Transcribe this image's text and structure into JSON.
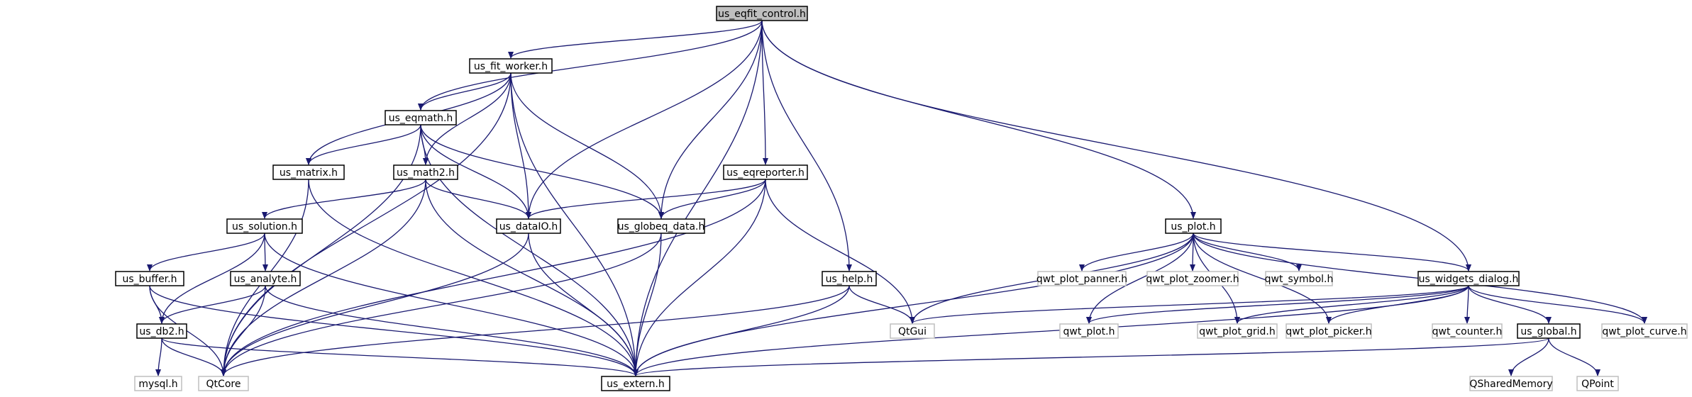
{
  "colors": {
    "edge": "#191970",
    "main_fill": "#bfbfbf",
    "local_border": "#000000",
    "external_border": "#bfbfbf"
  },
  "nodes": [
    {
      "id": "us_eqfit_control",
      "label": "us_eqfit_control.h",
      "kind": "main"
    },
    {
      "id": "us_fit_worker",
      "label": "us_fit_worker.h",
      "kind": "local"
    },
    {
      "id": "us_eqmath",
      "label": "us_eqmath.h",
      "kind": "local"
    },
    {
      "id": "us_matrix",
      "label": "us_matrix.h",
      "kind": "local"
    },
    {
      "id": "us_math2",
      "label": "us_math2.h",
      "kind": "local"
    },
    {
      "id": "us_eqreporter",
      "label": "us_eqreporter.h",
      "kind": "local"
    },
    {
      "id": "us_solution",
      "label": "us_solution.h",
      "kind": "local"
    },
    {
      "id": "us_dataIO",
      "label": "us_dataIO.h",
      "kind": "local"
    },
    {
      "id": "us_globeq_data",
      "label": "us_globeq_data.h",
      "kind": "local"
    },
    {
      "id": "us_plot",
      "label": "us_plot.h",
      "kind": "local"
    },
    {
      "id": "us_buffer",
      "label": "us_buffer.h",
      "kind": "local"
    },
    {
      "id": "us_analyte",
      "label": "us_analyte.h",
      "kind": "local"
    },
    {
      "id": "us_help",
      "label": "us_help.h",
      "kind": "local"
    },
    {
      "id": "us_widgets_dialog",
      "label": "us_widgets_dialog.h",
      "kind": "local"
    },
    {
      "id": "us_db2",
      "label": "us_db2.h",
      "kind": "local"
    },
    {
      "id": "us_global",
      "label": "us_global.h",
      "kind": "local"
    },
    {
      "id": "us_extern",
      "label": "us_extern.h",
      "kind": "local"
    },
    {
      "id": "mysql",
      "label": "mysql.h",
      "kind": "external"
    },
    {
      "id": "QtCore",
      "label": "QtCore",
      "kind": "external"
    },
    {
      "id": "QtGui",
      "label": "QtGui",
      "kind": "external"
    },
    {
      "id": "qwt_plot_panner",
      "label": "qwt_plot_panner.h",
      "kind": "external"
    },
    {
      "id": "qwt_plot_zoomer",
      "label": "qwt_plot_zoomer.h",
      "kind": "external"
    },
    {
      "id": "qwt_symbol",
      "label": "qwt_symbol.h",
      "kind": "external"
    },
    {
      "id": "qwt_plot",
      "label": "qwt_plot.h",
      "kind": "external"
    },
    {
      "id": "qwt_plot_grid",
      "label": "qwt_plot_grid.h",
      "kind": "external"
    },
    {
      "id": "qwt_plot_picker",
      "label": "qwt_plot_picker.h",
      "kind": "external"
    },
    {
      "id": "qwt_counter",
      "label": "qwt_counter.h",
      "kind": "external"
    },
    {
      "id": "qwt_plot_curve",
      "label": "qwt_plot_curve.h",
      "kind": "external"
    },
    {
      "id": "QSharedMemory",
      "label": "QSharedMemory",
      "kind": "external"
    },
    {
      "id": "QPoint",
      "label": "QPoint",
      "kind": "external"
    }
  ],
  "edges": [
    [
      "us_eqfit_control",
      "us_fit_worker"
    ],
    [
      "us_eqfit_control",
      "us_eqmath"
    ],
    [
      "us_eqfit_control",
      "us_dataIO"
    ],
    [
      "us_eqfit_control",
      "us_globeq_data"
    ],
    [
      "us_eqfit_control",
      "us_eqreporter"
    ],
    [
      "us_eqfit_control",
      "us_extern"
    ],
    [
      "us_eqfit_control",
      "us_help"
    ],
    [
      "us_eqfit_control",
      "us_plot"
    ],
    [
      "us_eqfit_control",
      "us_widgets_dialog"
    ],
    [
      "us_fit_worker",
      "QtCore"
    ],
    [
      "us_fit_worker",
      "us_eqmath"
    ],
    [
      "us_fit_worker",
      "us_matrix"
    ],
    [
      "us_fit_worker",
      "us_math2"
    ],
    [
      "us_fit_worker",
      "us_dataIO"
    ],
    [
      "us_fit_worker",
      "us_globeq_data"
    ],
    [
      "us_fit_worker",
      "us_extern"
    ],
    [
      "us_eqmath",
      "QtCore"
    ],
    [
      "us_eqmath",
      "us_matrix"
    ],
    [
      "us_eqmath",
      "us_math2"
    ],
    [
      "us_eqmath",
      "us_dataIO"
    ],
    [
      "us_eqmath",
      "us_globeq_data"
    ],
    [
      "us_eqmath",
      "us_extern"
    ],
    [
      "us_matrix",
      "QtCore"
    ],
    [
      "us_matrix",
      "us_extern"
    ],
    [
      "us_math2",
      "us_solution"
    ],
    [
      "us_math2",
      "us_dataIO"
    ],
    [
      "us_math2",
      "QtCore"
    ],
    [
      "us_math2",
      "us_extern"
    ],
    [
      "us_eqreporter",
      "us_dataIO"
    ],
    [
      "us_eqreporter",
      "us_globeq_data"
    ],
    [
      "us_eqreporter",
      "QtCore"
    ],
    [
      "us_eqreporter",
      "us_extern"
    ],
    [
      "us_eqreporter",
      "QtGui"
    ],
    [
      "us_solution",
      "us_buffer"
    ],
    [
      "us_solution",
      "us_analyte"
    ],
    [
      "us_solution",
      "us_db2"
    ],
    [
      "us_solution",
      "us_extern"
    ],
    [
      "us_dataIO",
      "QtCore"
    ],
    [
      "us_dataIO",
      "us_extern"
    ],
    [
      "us_globeq_data",
      "QtCore"
    ],
    [
      "us_globeq_data",
      "us_extern"
    ],
    [
      "us_buffer",
      "us_db2"
    ],
    [
      "us_buffer",
      "QtCore"
    ],
    [
      "us_buffer",
      "us_extern"
    ],
    [
      "us_analyte",
      "us_db2"
    ],
    [
      "us_analyte",
      "QtCore"
    ],
    [
      "us_analyte",
      "us_extern"
    ],
    [
      "us_db2",
      "mysql"
    ],
    [
      "us_db2",
      "QtCore"
    ],
    [
      "us_db2",
      "us_extern"
    ],
    [
      "us_help",
      "QtGui"
    ],
    [
      "us_help",
      "QtCore"
    ],
    [
      "us_help",
      "us_extern"
    ],
    [
      "us_plot",
      "QtGui"
    ],
    [
      "us_plot",
      "qwt_plot_panner"
    ],
    [
      "us_plot",
      "qwt_plot_zoomer"
    ],
    [
      "us_plot",
      "qwt_symbol"
    ],
    [
      "us_plot",
      "us_widgets_dialog"
    ],
    [
      "us_plot",
      "qwt_plot"
    ],
    [
      "us_plot",
      "qwt_plot_grid"
    ],
    [
      "us_plot",
      "qwt_plot_picker"
    ],
    [
      "us_plot",
      "qwt_plot_curve"
    ],
    [
      "us_plot",
      "us_extern"
    ],
    [
      "us_widgets_dialog",
      "QtGui"
    ],
    [
      "us_widgets_dialog",
      "qwt_plot"
    ],
    [
      "us_widgets_dialog",
      "qwt_plot_grid"
    ],
    [
      "us_widgets_dialog",
      "qwt_plot_picker"
    ],
    [
      "us_widgets_dialog",
      "qwt_counter"
    ],
    [
      "us_widgets_dialog",
      "us_global"
    ],
    [
      "us_widgets_dialog",
      "qwt_plot_curve"
    ],
    [
      "us_widgets_dialog",
      "us_extern"
    ],
    [
      "us_global",
      "QSharedMemory"
    ],
    [
      "us_global",
      "QPoint"
    ],
    [
      "us_global",
      "us_extern"
    ]
  ]
}
